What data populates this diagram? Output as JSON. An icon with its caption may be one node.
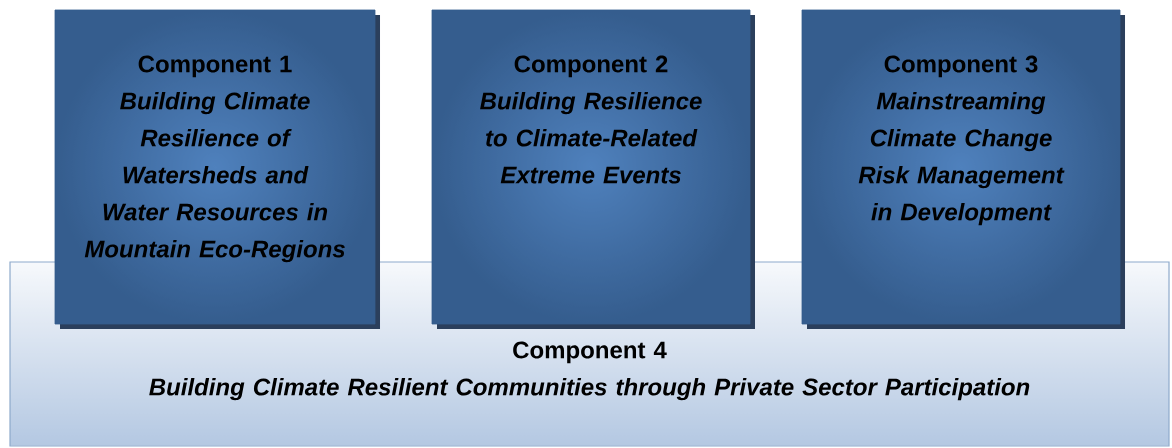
{
  "diagram": {
    "nodes": [
      {
        "text": [
          "Component 1",
          "Building Climate Resilience of Watersheds and Water Resources in Mountain Eco-Regions"
        ]
      },
      {
        "text": [
          "Component 2",
          "Building Resilience to Climate-Related Extreme Events"
        ]
      },
      {
        "text": [
          "Component 3",
          "Mainstreaming Climate Change Risk Management in Development"
        ]
      },
      {
        "text": [
          "Component 4",
          "Building Climate Resilient Communities through Private Sector Participation"
        ]
      }
    ]
  }
}
